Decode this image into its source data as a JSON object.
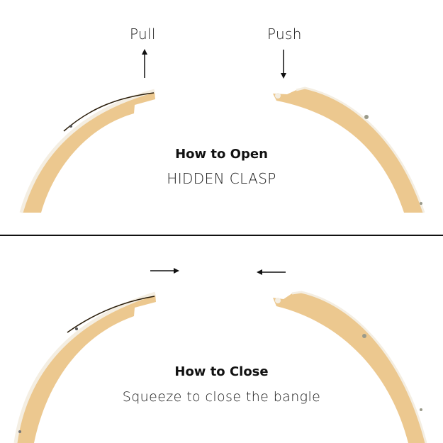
{
  "open_section": {
    "left_label": "Pull",
    "right_label": "Push",
    "heading": "How to Open",
    "subtitle": "HIDDEN CLASP",
    "left_arrow_icon": "arrow-up-icon",
    "right_arrow_icon": "arrow-down-icon"
  },
  "close_section": {
    "heading": "How to Close",
    "subtitle": "Squeeze to close the bangle",
    "left_arrow_icon": "arrow-right-icon",
    "right_arrow_icon": "arrow-left-icon"
  },
  "colors": {
    "gold": "#ECC88F",
    "gold_shadow": "#D9B070",
    "highlight": "#F4EEE2",
    "ink": "#111111"
  }
}
